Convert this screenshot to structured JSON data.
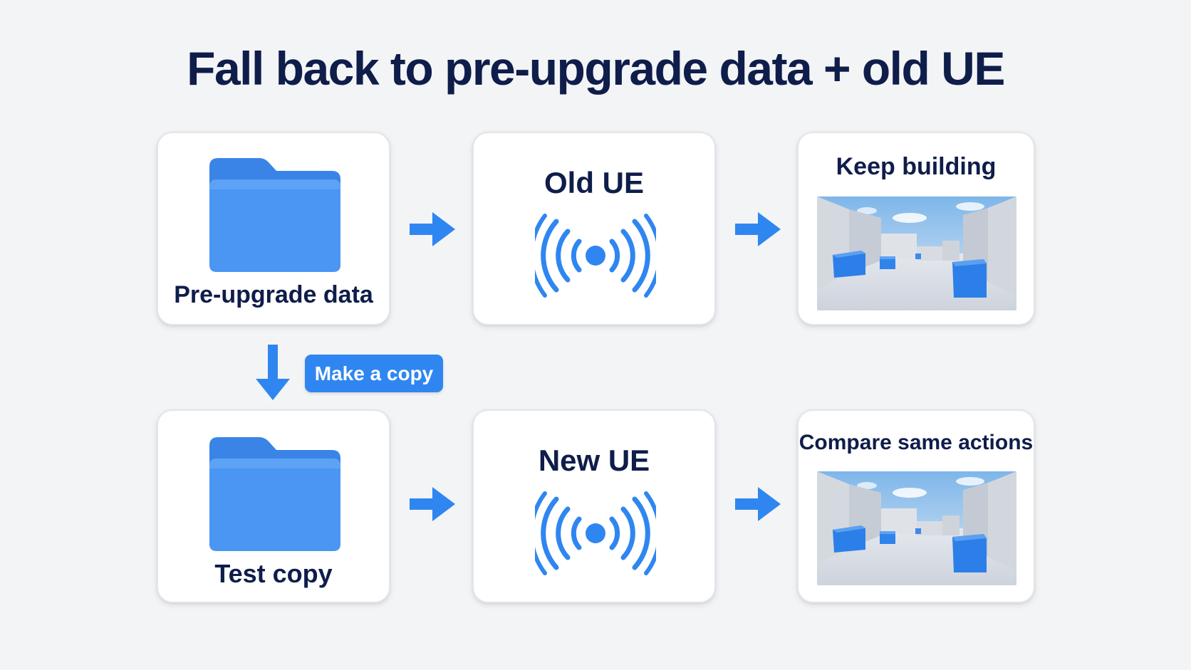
{
  "title": "Fall back to pre-upgrade data + old UE",
  "colors": {
    "accent": "#2f86f0",
    "folder_back": "#3b86ea",
    "folder_front": "#4a95f2",
    "title_text": "#0f1d4a",
    "background": "#f3f4f6"
  },
  "top_row": {
    "data_card": {
      "label": "Pre-upgrade data",
      "icon": "folder-icon"
    },
    "engine_card": {
      "label": "Old UE",
      "icon": "signal-icon"
    },
    "result_card": {
      "label": "Keep building",
      "icon": "scene-preview"
    }
  },
  "copy_step": {
    "label": "Make a copy",
    "icon": "arrow-down-icon"
  },
  "bottom_row": {
    "data_card": {
      "label": "Test copy",
      "icon": "folder-icon"
    },
    "engine_card": {
      "label": "New UE",
      "icon": "signal-icon"
    },
    "result_card": {
      "label": "Compare same actions",
      "icon": "scene-preview"
    }
  }
}
